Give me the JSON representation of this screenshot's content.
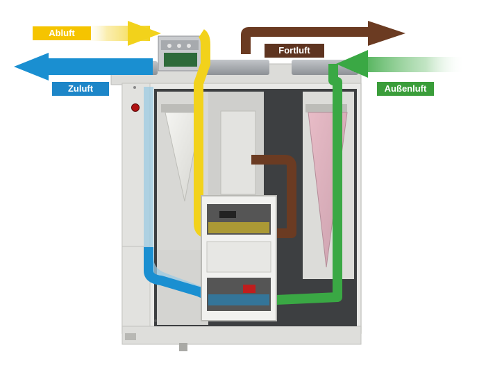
{
  "labels": {
    "abluft": "Abluft",
    "zuluft": "Zuluft",
    "fortluft": "Fortluft",
    "aussenluft": "Außenluft"
  },
  "colors": {
    "abluft": "#f2d21b",
    "zuluft": "#1a8fd1",
    "fortluft": "#6b3b22",
    "aussenluft": "#3aa844",
    "label_yellow": "#f5c400",
    "label_blue": "#1d86c8",
    "label_brown": "#5e3420",
    "label_green": "#3a9d3a",
    "housing": "#e9e9e7",
    "housing_edge": "#c9c9c6",
    "interior": "#3d3f41"
  }
}
